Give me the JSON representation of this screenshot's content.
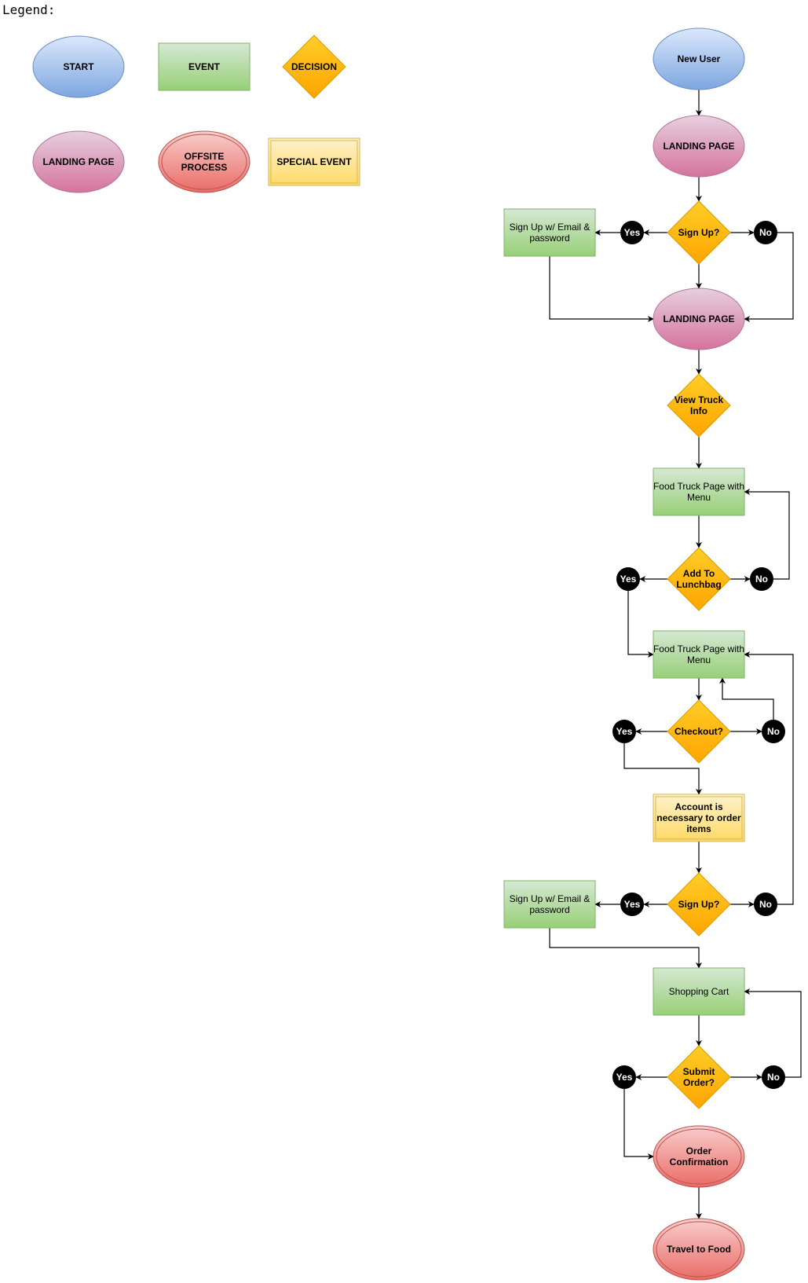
{
  "legend": {
    "title": "Legend:",
    "start": "START",
    "event": "EVENT",
    "decision": "DECISION",
    "landing": "LANDING PAGE",
    "offsite": [
      "OFFSITE",
      "PROCESS"
    ],
    "special": "SPECIAL EVENT"
  },
  "colors": {
    "start": [
      "#dae8fc",
      "#7ea6e0"
    ],
    "event": [
      "#d5e8d4",
      "#97d077"
    ],
    "decision": [
      "#ffcd28",
      "#ffa500"
    ],
    "landing": [
      "#e6d0de",
      "#d5739d"
    ],
    "offsite": [
      "#f8cecc",
      "#ea6b66"
    ],
    "special": [
      "#fff2cc",
      "#ffd966"
    ]
  },
  "nodes": {
    "new_user": "New User",
    "landing_1": "LANDING PAGE",
    "signup_1": "Sign Up?",
    "signup_event_1": [
      "Sign Up w/ Email &",
      "password"
    ],
    "yes_1": "Yes",
    "no_1": "No",
    "landing_2": "LANDING PAGE",
    "view_truck": [
      "View Truck",
      "Info"
    ],
    "truck_page_1": [
      "Food Truck Page with",
      "Menu"
    ],
    "add_lunchbag": [
      "Add To",
      "Lunchbag"
    ],
    "yes_2": "Yes",
    "no_2": "No",
    "truck_page_2": [
      "Food Truck Page with",
      "Menu"
    ],
    "checkout": "Checkout?",
    "yes_3": "Yes",
    "no_3": "No",
    "account_note": [
      "Account is",
      "necessary to order",
      "items"
    ],
    "signup_2": "Sign Up?",
    "signup_event_2": [
      "Sign Up w/ Email &",
      "password"
    ],
    "yes_4": "Yes",
    "no_4": "No",
    "shopping_cart": "Shopping Cart",
    "submit_order": [
      "Submit",
      "Order?"
    ],
    "yes_5": "Yes",
    "no_5": "No",
    "order_confirmation": [
      "Order",
      "Confirmation"
    ],
    "travel": "Travel to Food"
  }
}
